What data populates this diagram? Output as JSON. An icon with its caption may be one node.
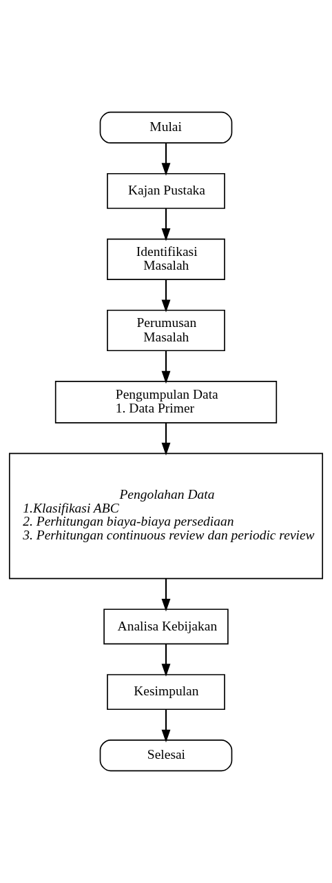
{
  "diagram": {
    "nodes": [
      {
        "text": [
          "Mulai"
        ]
      },
      {
        "text": [
          "Kajan Pustaka"
        ]
      },
      {
        "text": [
          "Identifikasi Masalah"
        ]
      },
      {
        "text": [
          "Perumusan Masalah"
        ]
      },
      {
        "text": [
          "Pengumpulan Data",
          "1. Data Primer"
        ]
      },
      {
        "text": [
          "Pengolahan Data",
          "1.Klasifikasi ABC",
          "2. Perhitungan biaya-biaya persediaan",
          "3. Perhitungan continuous review dan periodic review"
        ]
      },
      {
        "text": [
          "Analisa Kebijakan"
        ]
      },
      {
        "text": [
          "Kesimpulan"
        ]
      },
      {
        "text": [
          "Selesai"
        ]
      }
    ],
    "edges": [
      {
        "from": 0,
        "to": 1,
        "arrow": "to"
      },
      {
        "from": 1,
        "to": 2,
        "arrow": "to"
      },
      {
        "from": 2,
        "to": 3,
        "arrow": "to"
      },
      {
        "from": 3,
        "to": 4,
        "arrow": "to"
      },
      {
        "from": 4,
        "to": 5,
        "arrow": "to"
      },
      {
        "from": 5,
        "to": 6,
        "arrow": "to"
      },
      {
        "from": 6,
        "to": 7,
        "arrow": "to"
      },
      {
        "from": 7,
        "to": 8,
        "arrow": "to"
      }
    ]
  }
}
